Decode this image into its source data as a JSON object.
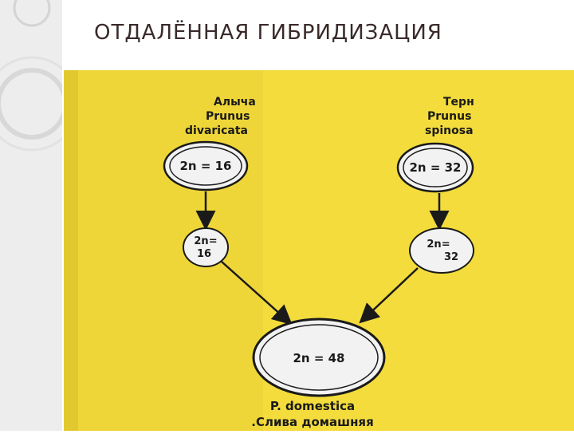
{
  "slide": {
    "title": "ОТДАЛЁННАЯ ГИБРИДИЗАЦИЯ"
  },
  "diagram": {
    "left_parent": {
      "name_line1": "Алыча",
      "name_line2": "Prunus",
      "name_line3": "divaricata",
      "chromosomes": "2n = 16"
    },
    "right_parent": {
      "name_line1": "Терн",
      "name_line2": "Prunus",
      "name_line3": "spinosa",
      "chromosomes": "2n = 32"
    },
    "left_gamete": {
      "line1": "2n=",
      "line2": "16"
    },
    "right_gamete": {
      "line1": "2n=",
      "line2": "32"
    },
    "hybrid": {
      "chromosomes": "2n = 48",
      "latin": "P. domestica",
      "russian": ".Слива домашняя"
    }
  },
  "colors": {
    "background": "#f3dc3c",
    "circle_fill": "#f2f2f2",
    "ink": "#1a1a1a"
  }
}
